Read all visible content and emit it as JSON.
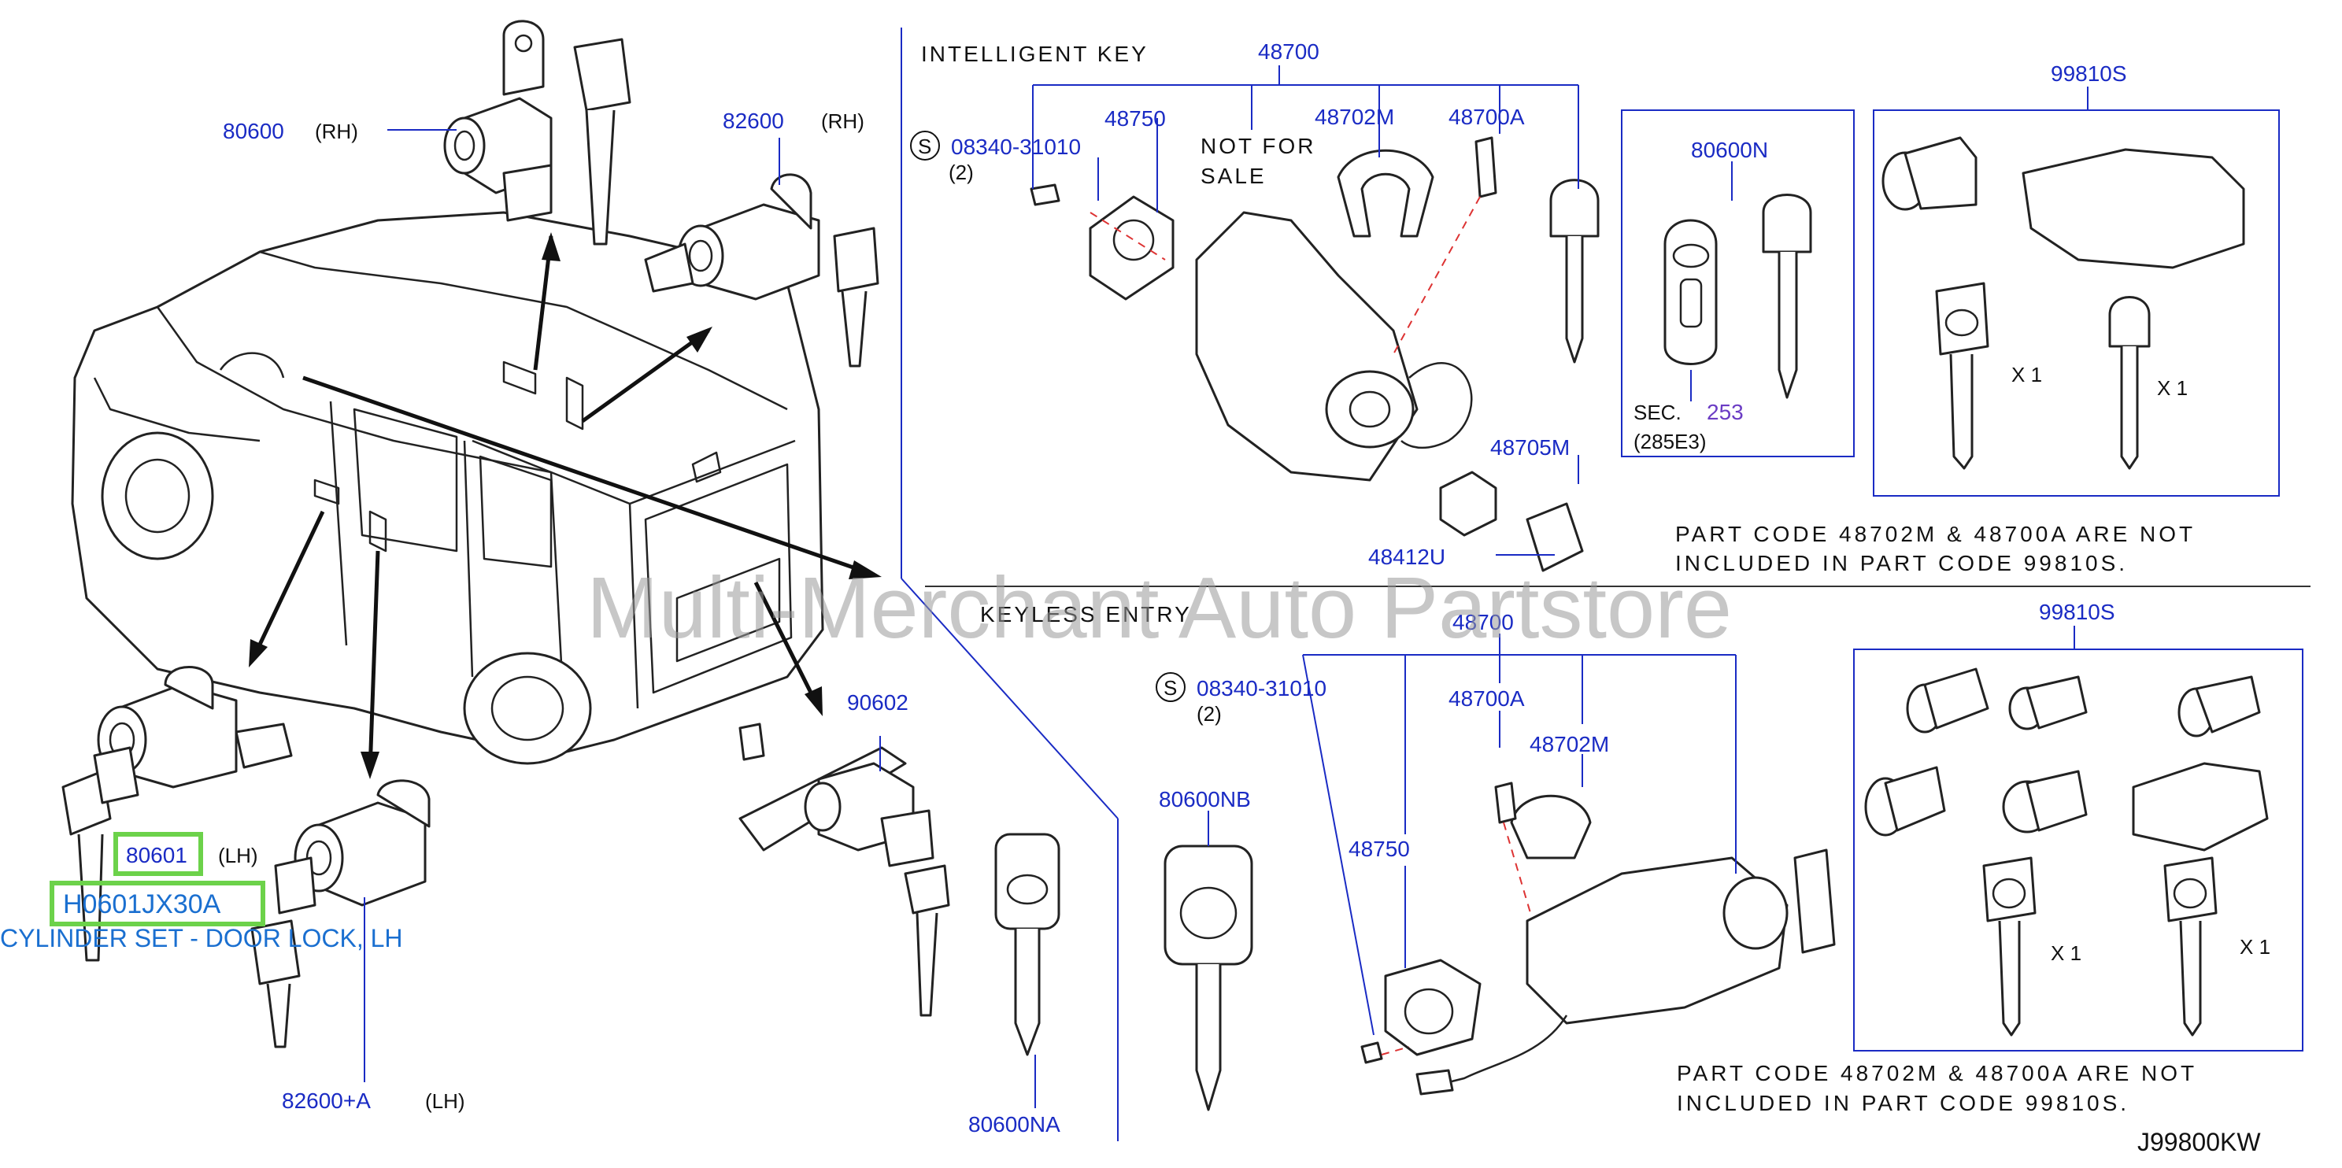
{
  "sections": {
    "intelligent_key": "INTELLIGENT   KEY",
    "keyless_entry": "KEYLESS   ENTRY",
    "not_for_sale_1": "NOT   FOR",
    "not_for_sale_2": "SALE"
  },
  "parts": {
    "p80600": "80600",
    "p80600_side": "(RH)",
    "p82600": "82600",
    "p82600_side": "(RH)",
    "p80601": "80601",
    "p80601_side": "(LH)",
    "p82600a": "82600+A",
    "p82600a_side": "(LH)",
    "p90602": "90602",
    "p80600na": "80600NA",
    "p80600nb": "80600NB",
    "ik_48700": "48700",
    "ik_48750": "48750",
    "ik_48702m": "48702M",
    "ik_48700a": "48700A",
    "ik_s": "S",
    "ik_08340": "08340-31010",
    "ik_qty": "(2)",
    "ik_48705m": "48705M",
    "ik_48412u": "48412U",
    "box_80600n": "80600N",
    "box_sec": "SEC.",
    "box_sec_num": "253",
    "box_285e3": "(285E3)",
    "ik_99810s": "99810S",
    "ik_x1a": "X   1",
    "ik_x1b": "X   1",
    "ke_48700": "48700",
    "ke_s": "S",
    "ke_08340": "08340-31010",
    "ke_qty": "(2)",
    "ke_48700a": "48700A",
    "ke_48702m": "48702M",
    "ke_48750": "48750",
    "ke_99810s": "99810S",
    "ke_x1a": "X   1",
    "ke_x1b": "X   1"
  },
  "notes": {
    "ik_line1": "PART   CODE   48702M   &   48700A   ARE   NOT",
    "ik_line2": "INCLUDED   IN   PART   CODE   99810S.",
    "ke_line1": "PART   CODE   48702M   &   48700A   ARE   NOT",
    "ke_line2": "INCLUDED   IN   PART   CODE   99810S."
  },
  "highlight": {
    "code": "H0601JX30A",
    "description": "CYLINDER SET - DOOR LOCK, LH"
  },
  "watermark": "Multi-Merchant Auto Partstore",
  "diagram_code": "J99800KW",
  "colors": {
    "part_number": "#1a2bc4",
    "highlight_box": "#6cd24a",
    "highlight_text": "#1a6fd0"
  }
}
